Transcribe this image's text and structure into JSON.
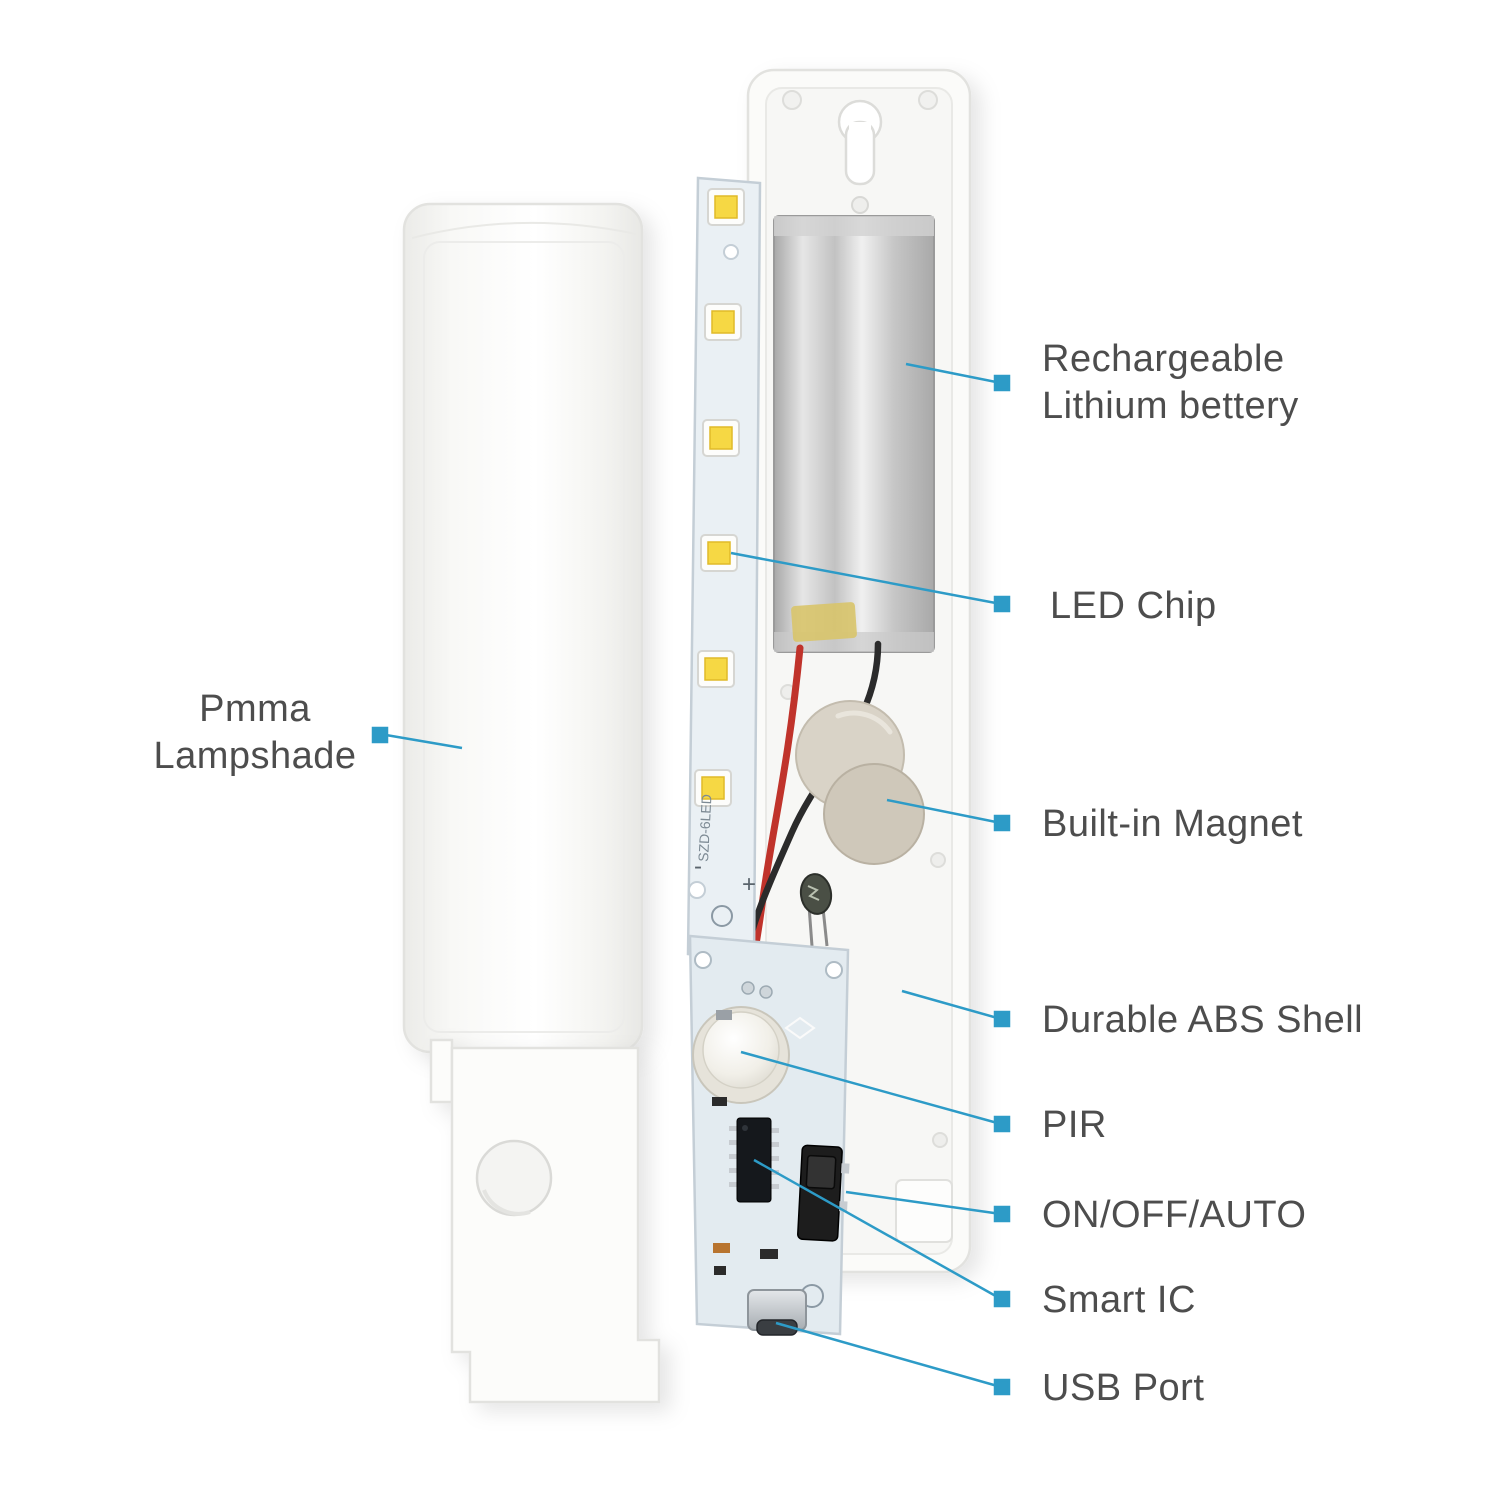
{
  "accent_color": "#2d9bc7",
  "labels": {
    "battery": "Rechargeable\nLithium bettery",
    "led_chip": "LED Chip",
    "lampshade": "Pmma\nLampshade",
    "magnet": "Built-in Magnet",
    "shell": "Durable ABS Shell",
    "pir": "PIR",
    "switch": "ON/OFF/AUTO",
    "smart_ic": "Smart IC",
    "usb": "USB Port"
  },
  "pcb_markings": {
    "led_strip_model": "SZD-6LED",
    "polarity_plus": "+",
    "polarity_minus": "-"
  }
}
